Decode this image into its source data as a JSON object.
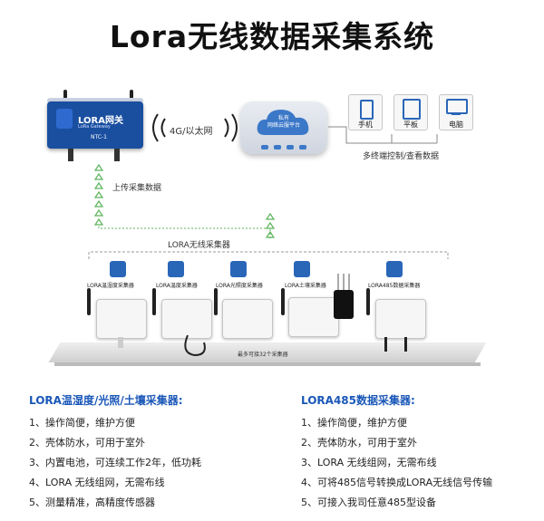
{
  "title": "Lora无线数据采集系统",
  "gateway": {
    "name": "LORA网关",
    "subtitle": "LoRa Gateway",
    "model": "NTC-1"
  },
  "link_label": "4G/以太网",
  "cloud": {
    "text": "私有\n网络云服平台"
  },
  "devices": [
    {
      "label": "手机",
      "icon": "phone-icon"
    },
    {
      "label": "平板",
      "icon": "tablet-icon"
    },
    {
      "label": "电脑",
      "icon": "monitor-icon"
    }
  ],
  "multi_terminal_label": "多终端控制/查看数据",
  "upload_label": "上传采集数据",
  "collectors_label": "LORA无线采集器",
  "sensors": [
    {
      "label": "LORA温湿度采集器",
      "icon": "humidity-icon"
    },
    {
      "label": "LORA温度采集器",
      "icon": "thermometer-icon"
    },
    {
      "label": "LORA光照度采集器",
      "icon": "sun-icon"
    },
    {
      "label": "LORA土壤采集器",
      "icon": "plant-icon"
    },
    {
      "label": "LORA485数据采集器",
      "icon": "arrows-icon"
    }
  ],
  "capacity_label": "最多可接32个采集器",
  "lists": [
    {
      "title": "LORA温湿度/光照/土壤采集器:",
      "items": [
        "1、操作简便，维护方便",
        "2、壳体防水，可用于室外",
        "3、内置电池，可连续工作2年，低功耗",
        "4、LORA 无线组网，无需布线",
        "5、测量精准，高精度传感器"
      ]
    },
    {
      "title": "LORA485数据采集器:",
      "items": [
        "1、操作简便，维护方便",
        "2、壳体防水，可用于室外",
        "3、LORA 无线组网，无需布线",
        "4、可将485信号转换成LORA无线信号传输",
        "5、可接入我司任意485型设备"
      ]
    }
  ],
  "colors": {
    "accent_blue": "#2a66b8",
    "arrow_green": "#5bb35b",
    "title": "#111111"
  }
}
